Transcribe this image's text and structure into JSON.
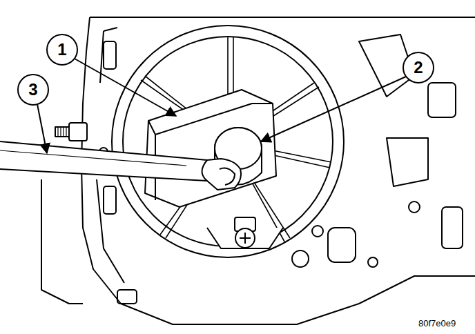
{
  "diagram": {
    "labels": [
      "1",
      "2",
      "3",
      "80f7e0e9"
    ]
  }
}
